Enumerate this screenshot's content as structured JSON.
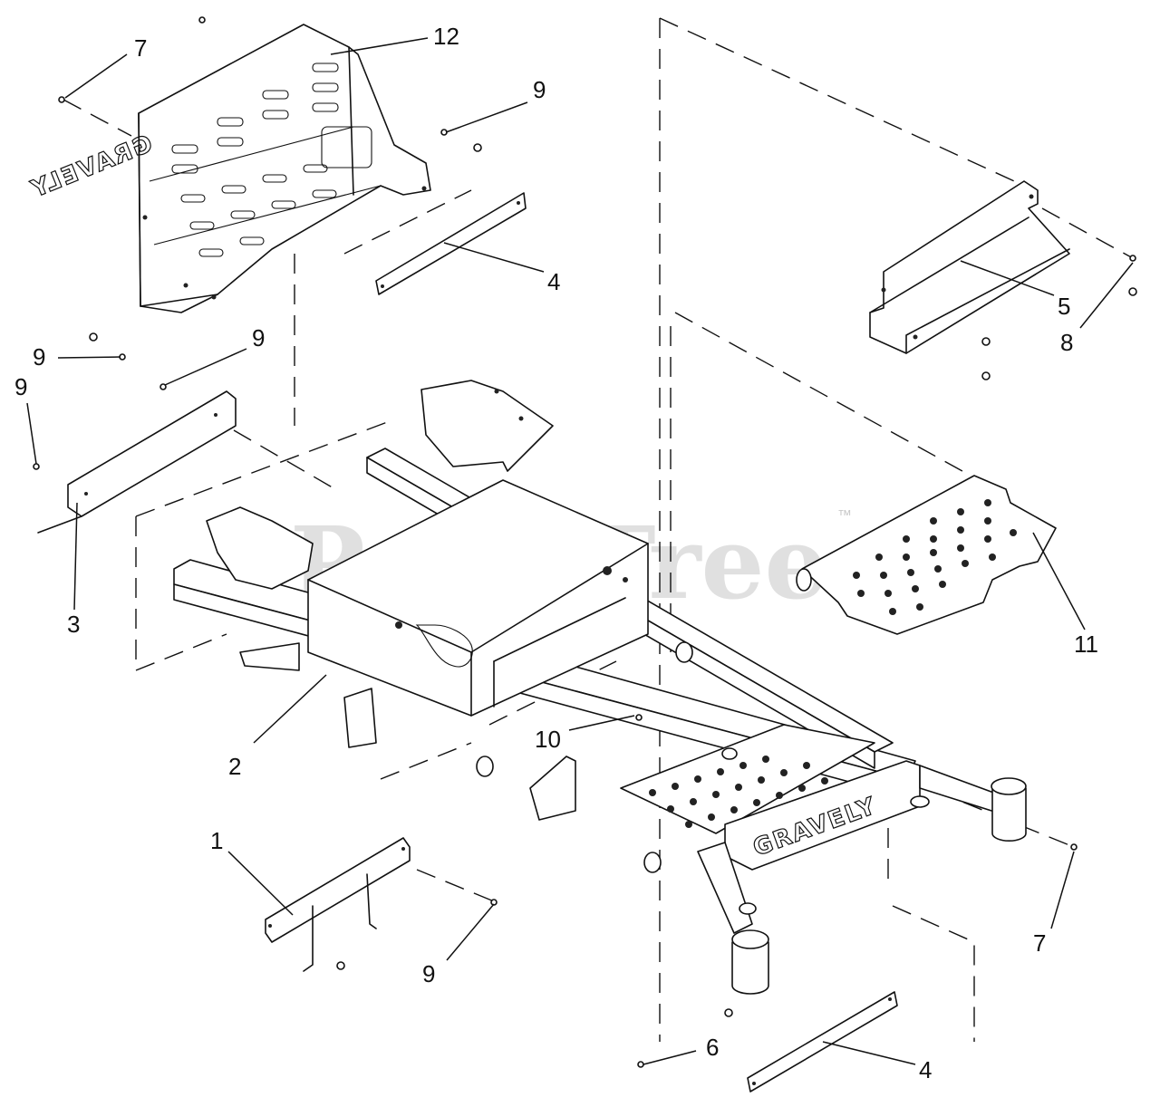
{
  "watermark": {
    "text": "PartsTree",
    "trademark": "™"
  },
  "brand_marks": {
    "frame": "GRAVELY",
    "seat_pan": "GRAVELY"
  },
  "callouts": {
    "c1": "1",
    "c2": "2",
    "c3": "3",
    "c4a": "4",
    "c4b": "4",
    "c5": "5",
    "c6": "6",
    "c7a": "7",
    "c7b": "7",
    "c8": "8",
    "c9a": "9",
    "c9b": "9",
    "c9c": "9",
    "c9d": "9",
    "c9e": "9",
    "c10": "10",
    "c11": "11",
    "c12": "12"
  }
}
